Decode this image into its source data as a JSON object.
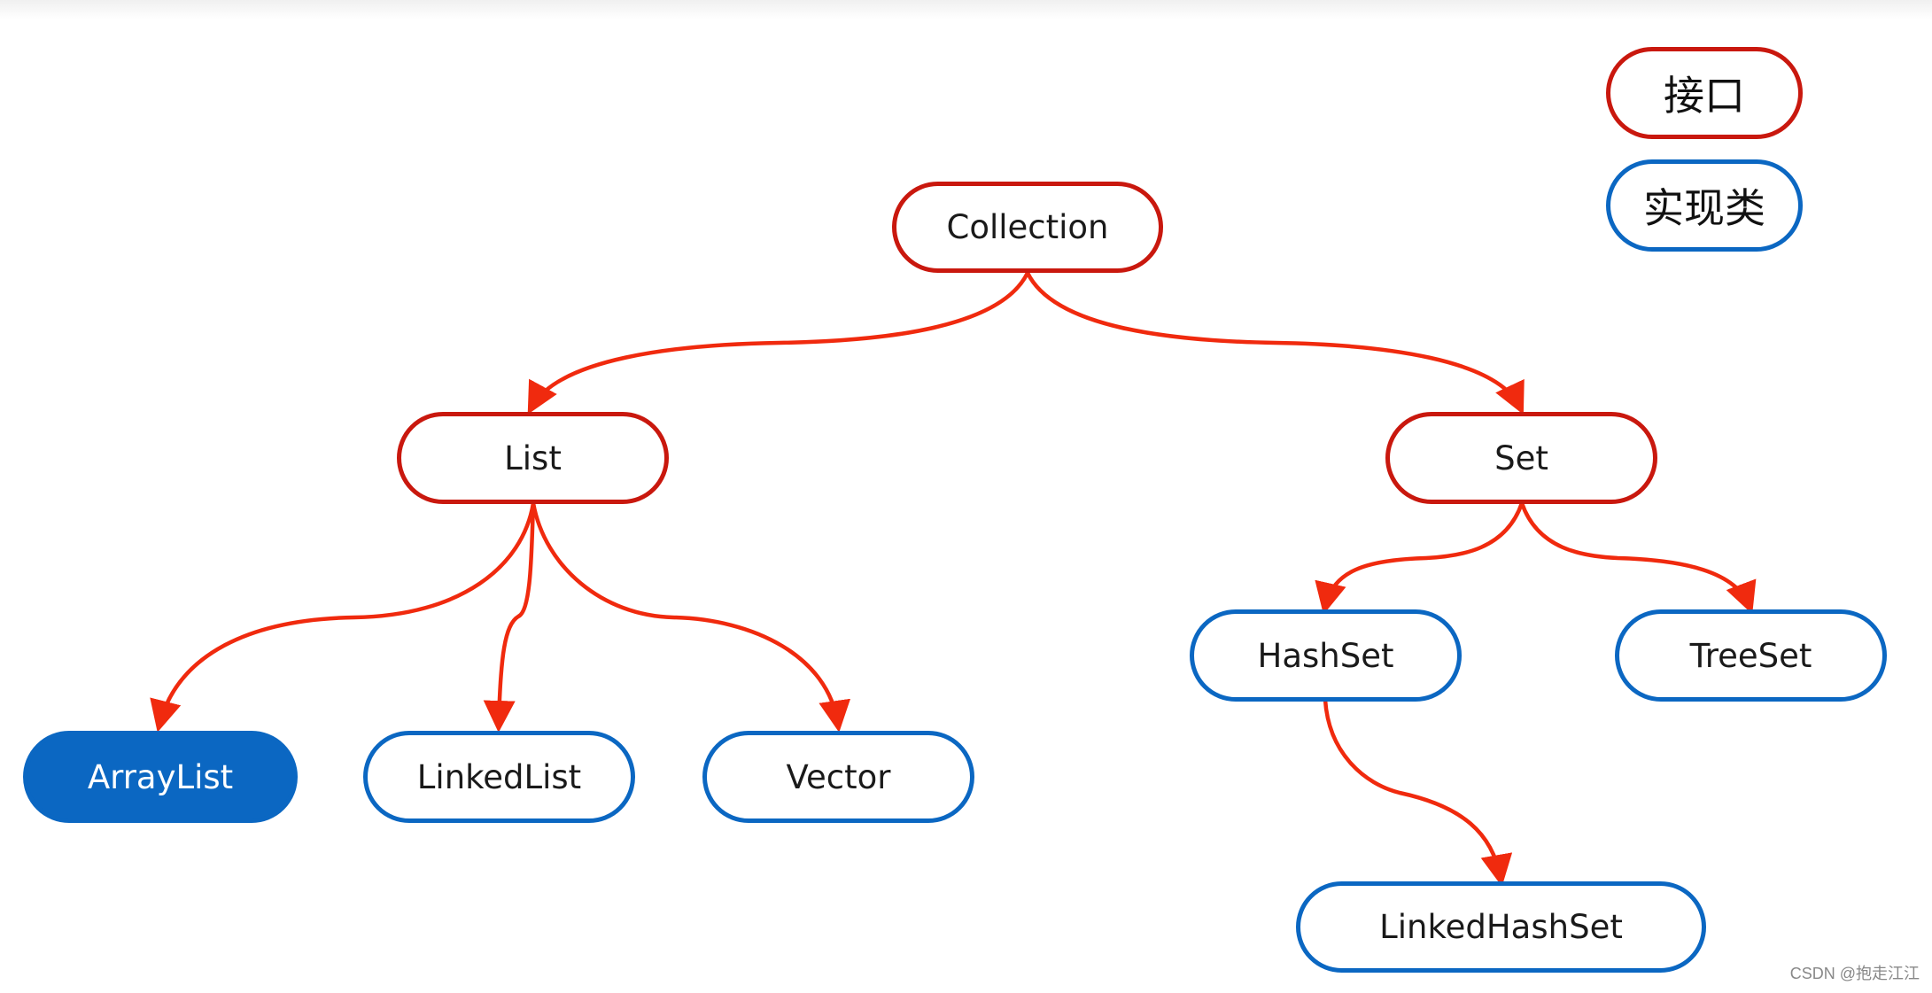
{
  "legend": {
    "interface_label": "接口",
    "impl_label": "实现类"
  },
  "nodes": {
    "collection": "Collection",
    "list": "List",
    "set": "Set",
    "arraylist": "ArrayList",
    "linkedlist": "LinkedList",
    "vector": "Vector",
    "hashset": "HashSet",
    "treeset": "TreeSet",
    "linkedhashset": "LinkedHashSet"
  },
  "colors": {
    "interface_border": "#c9180e",
    "impl_border": "#0b67c2",
    "arrow": "#f02a0e"
  },
  "watermark": "CSDN @抱走江江"
}
